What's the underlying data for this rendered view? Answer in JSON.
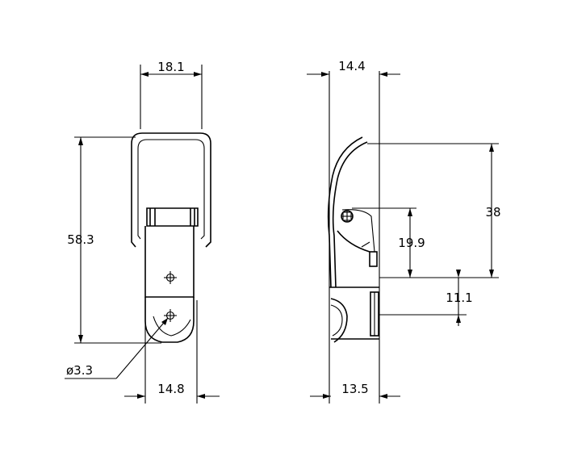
{
  "front_view": {
    "width_top": "18.1",
    "height": "58.3",
    "hole_diameter": "ø3.3",
    "width_bottom": "14.8"
  },
  "side_view": {
    "depth_top": "14.4",
    "height_38": "38",
    "height_19_9": "19.9",
    "offset_11_1": "11.1",
    "depth_bottom": "13.5"
  }
}
